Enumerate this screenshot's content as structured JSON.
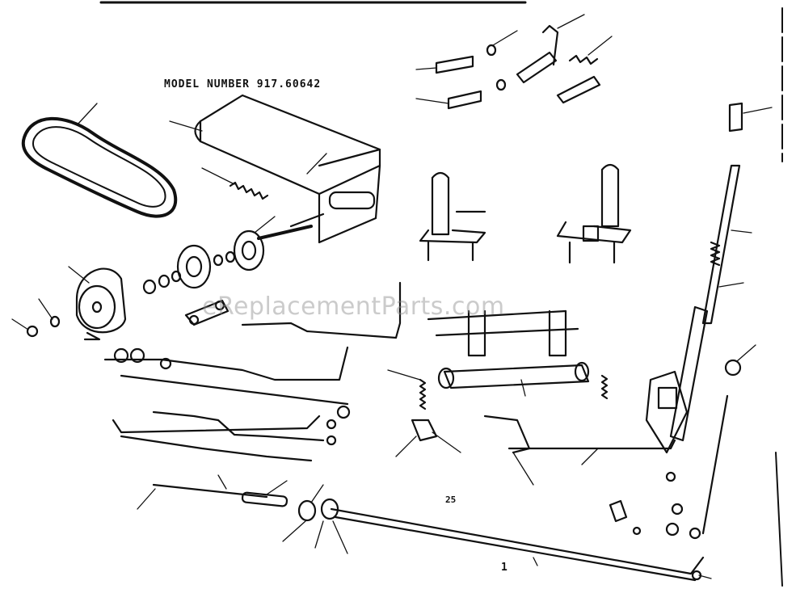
{
  "diagram": {
    "title": "MODEL NUMBER 917.60642",
    "watermark": "eReplacementParts.com",
    "center_label": "25",
    "side_label": "1",
    "colors": {
      "ink": "#111111",
      "paper": "#ffffff",
      "watermark": "#8c8c8c"
    }
  }
}
